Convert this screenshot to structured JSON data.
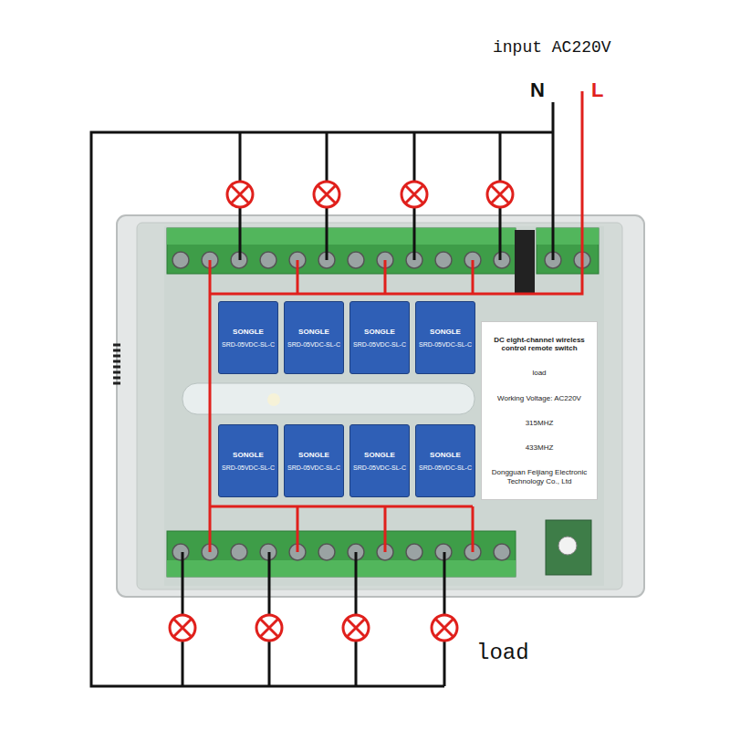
{
  "diagram": {
    "nodes": [
      {
        "text": [
          "SONGLE",
          "SRD-05VDC-SL-C"
        ]
      },
      {
        "text": [
          "SONGLE",
          "SRD-05VDC-SL-C"
        ]
      },
      {
        "text": [
          "SONGLE",
          "SRD-05VDC-SL-C"
        ]
      },
      {
        "text": [
          "SONGLE",
          "SRD-05VDC-SL-C"
        ]
      },
      {
        "text": [
          "DC eight-channel wireless control remote switch",
          "load",
          "Working Voltage: AC220V",
          "315MHZ",
          "433MHZ",
          "Dongguan Feijiang Electronic Technology Co., Ltd"
        ]
      },
      {
        "text": [
          "SONGLE",
          "SRD-05VDC-SL-C"
        ]
      },
      {
        "text": [
          "SONGLE",
          "SRD-05VDC-SL-C"
        ]
      },
      {
        "text": [
          "SONGLE",
          "SRD-05VDC-SL-C"
        ]
      },
      {
        "text": [
          "SONGLE",
          "SRD-05VDC-SL-C"
        ]
      }
    ],
    "labels": [
      "input AC220V",
      "N",
      "L",
      "load"
    ]
  }
}
